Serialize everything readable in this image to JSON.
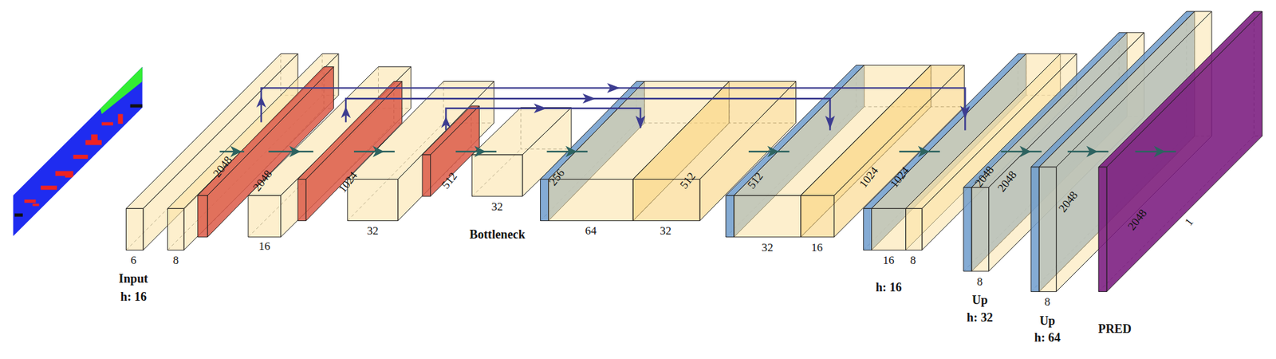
{
  "diagram": {
    "labels": [
      "6",
      "8",
      "Input",
      "h: 16",
      "2048",
      "2048",
      "16",
      "1024",
      "32",
      "512",
      "32",
      "Bottleneck",
      "256",
      "64",
      "512",
      "32",
      "512",
      "32",
      "16",
      "1024",
      "1024",
      "16",
      "8",
      "h: 16",
      "2048",
      "2048",
      "8",
      "Up",
      "h: 32",
      "2048",
      "8",
      "Up",
      "h: 64",
      "2048",
      "1",
      "PRED"
    ]
  }
}
